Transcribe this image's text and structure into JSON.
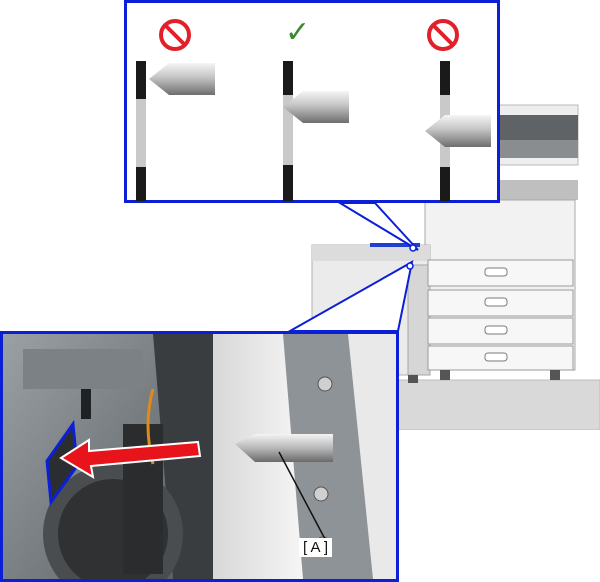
{
  "figure": {
    "top_panel": {
      "indicators": [
        {
          "status": "incorrect",
          "icon": "prohibited-icon"
        },
        {
          "status": "correct",
          "icon": "checkmark-icon"
        },
        {
          "status": "incorrect",
          "icon": "prohibited-icon"
        }
      ],
      "check_glyph": "✓"
    },
    "bottom_panel": {
      "callout_label": "[ A ]"
    },
    "colors": {
      "callout_border": "#0b1fd6",
      "prohibited": "#e0202a",
      "check": "#3c8a2a",
      "arrow": "#e8141c"
    }
  }
}
